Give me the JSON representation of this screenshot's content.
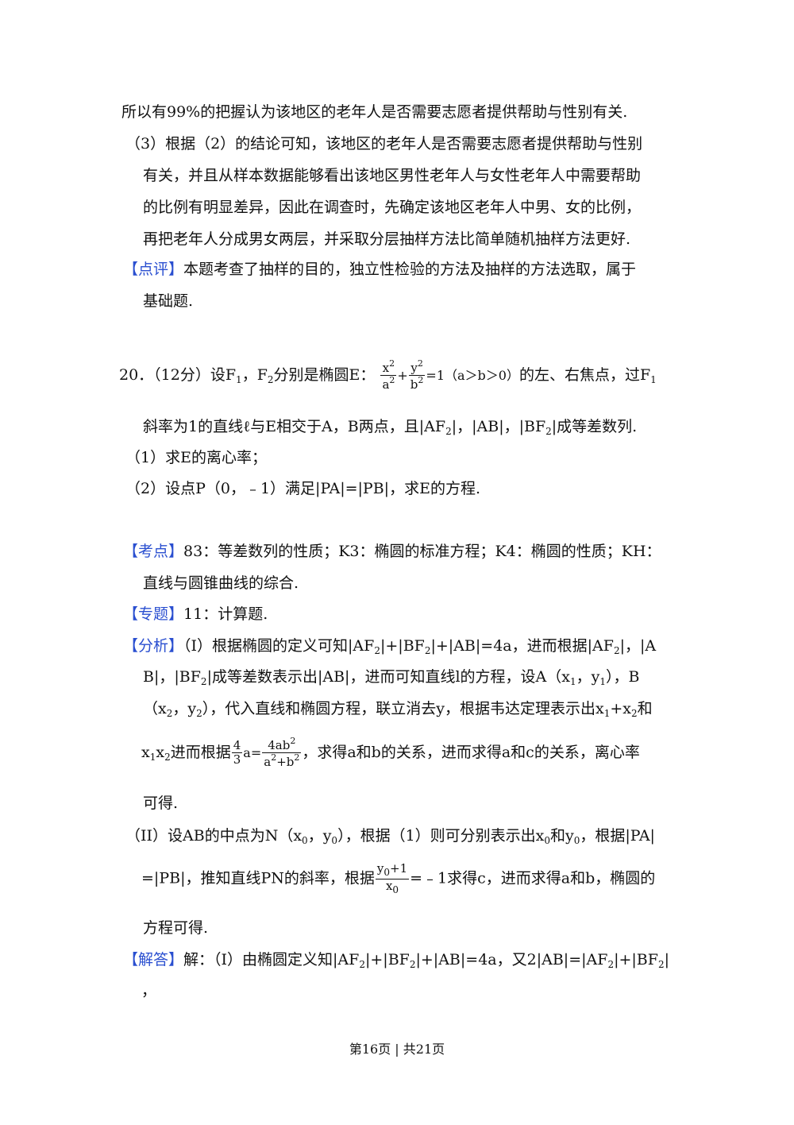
{
  "lines": {
    "l1": "所以有99%的把握认为该地区的老年人是否需要志愿者提供帮助与性别有关.",
    "l2": "（3）根据（2）的结论可知，该地区的老年人是否需要志愿者提供帮助与性别",
    "l3": "有关，并且从样本数据能够看出该地区男性老年人与女性老年人中需要帮助",
    "l4": "的比例有明显差异，因此在调查时，先确定该地区老年人中男、女的比例，",
    "l5": "再把老年人分成男女两层，并采取分层抽样方法比简单随机抽样方法更好.",
    "l6_tag": "【点评】",
    "l6_text": "本题考查了抽样的目的，独立性检验的方法及抽样的方法选取，属于",
    "l7": "基础题."
  },
  "problem": {
    "intro": "20．（12分）设F",
    "s1": "1",
    "t1": "，F",
    "s2": "2",
    "t2": "分别是椭圆E：",
    "frac1_num": "x",
    "frac1_den": "a",
    "plus": "+",
    "frac2_num": "y",
    "frac2_den": "b",
    "p2": "2",
    "cond": "=1（a＞b＞0）",
    "t3": "的左、右焦点，过F",
    "s3": "1",
    "line2a": "斜率为1的直线ℓ与E相交于A，B两点，且|AF",
    "line2s": "2",
    "line2b": "|，|AB|，|BF",
    "line2s2": "2",
    "line2c": "|成等差数列.",
    "q1": "（1）求E的离心率；",
    "q2": "（2）设点P（0，﹣1）满足|PA|=|PB|，求E的方程."
  },
  "kaodian": {
    "tag": "【考点】",
    "text": "83：等差数列的性质；K3：椭圆的标准方程；K4：椭圆的性质；KH：",
    "text2": "直线与圆锥曲线的综合."
  },
  "zhuanti": {
    "tag": "【专题】",
    "text": "11：计算题."
  },
  "fenxi": {
    "tag": "【分析】",
    "a1": "（I）根据椭圆的定义可知|AF",
    "s": "2",
    "a2": "|+|BF",
    "a3": "|+|AB|=4a，进而根据|AF",
    "a4": "|，|A",
    "b1": "B|，|BF",
    "b2": "|成等差数表示出|AB|，进而可知直线l的方程，设A（x",
    "b3": "1",
    "b4": "，y",
    "b5": "），B",
    "c1": "（x",
    "c2": "，y",
    "c3": "），代入直线和椭圆方程，联立消去y，根据韦达定理表示出x",
    "c4": "+x",
    "c5": "和",
    "d1": "x",
    "d2": "x",
    "d3": "进而根据",
    "f_num": "4",
    "f_den": "3",
    "d4": "a=",
    "f2_num": "4ab",
    "f2_den": "a",
    "f2_den2": "+b",
    "d5": "，求得a和b的关系，进而求得a和c的关系，离心率",
    "e1": "可得.",
    "g1": "（II）设AB的中点为N（x",
    "g0": "0",
    "g2": "，y",
    "g3": "），根据（1）则可分别表示出x",
    "g4": "和y",
    "g5": "，根据|PA|",
    "h1": "=|PB|，推知直线PN的斜率，根据",
    "h_num": "y",
    "h_num2": "+1",
    "h_den": "x",
    "h2": "=﹣1求得c，进而求得a和b，椭圆的",
    "i1": "方程可得."
  },
  "jieda": {
    "tag": "【解答】",
    "a1": "解：（I）由椭圆定义知|AF",
    "a2": "|+|BF",
    "a3": "|+|AB|=4a，又2|AB|=|AF",
    "a4": "|+|BF",
    "a5": "|",
    "b1": "，"
  },
  "footer": "第16页 | 共21页"
}
